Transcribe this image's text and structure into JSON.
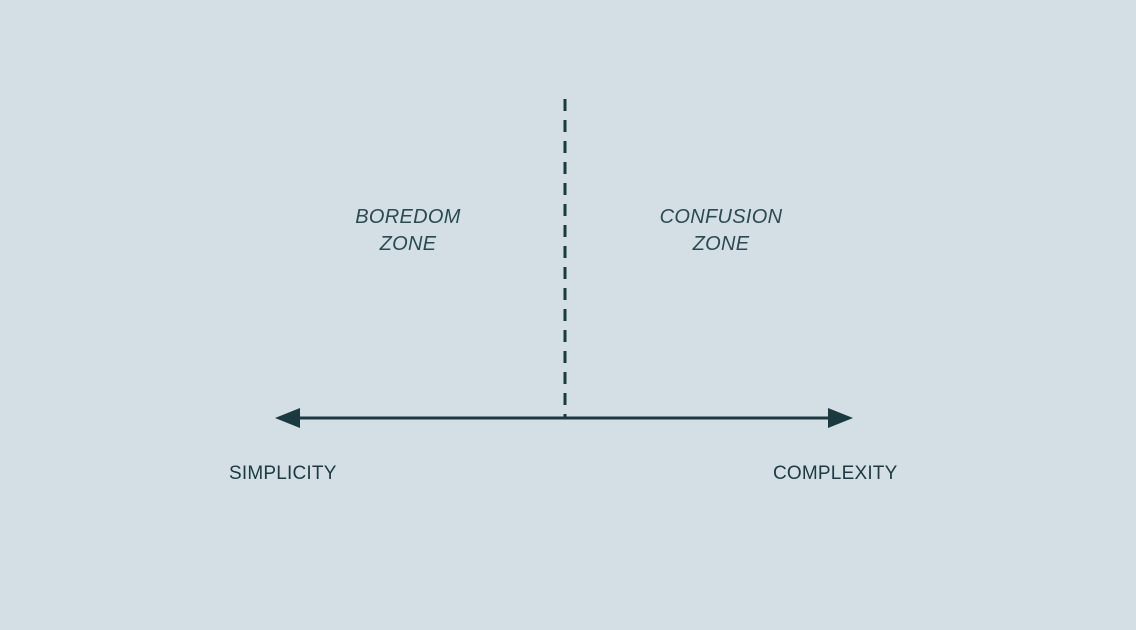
{
  "zones": {
    "left": {
      "line1": "BOREDOM",
      "line2": "ZONE"
    },
    "right": {
      "line1": "CONFUSION",
      "line2": "ZONE"
    }
  },
  "axis": {
    "left_label": "SIMPLICITY",
    "right_label": "COMPLEXITY"
  },
  "colors": {
    "background": "#d3dfe4",
    "line": "#1b3a40",
    "zone_text": "#2c4a52",
    "axis_text": "#1d3a42"
  }
}
